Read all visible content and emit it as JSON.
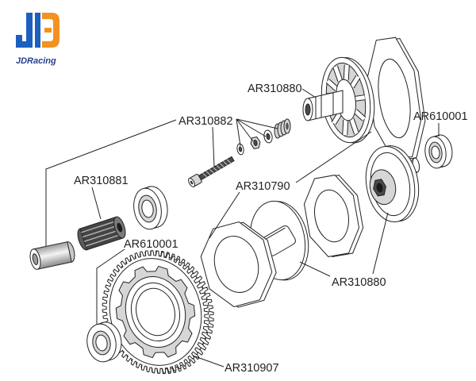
{
  "logo": {
    "brand": "JDRacing",
    "colors": {
      "blue": "#1d5fbf",
      "orange": "#f39221",
      "text": "#23408e"
    }
  },
  "callouts": {
    "slipper_hub_top": "AR310880",
    "screw_spring_set": "AR310882",
    "bearing_right": "AR610001",
    "spline_shaft": "AR310881",
    "slipper_pad": "AR310790",
    "bearing_left": "AR610001",
    "slipper_hub_bottom": "AR310880",
    "spur_gear": "AR310907"
  }
}
